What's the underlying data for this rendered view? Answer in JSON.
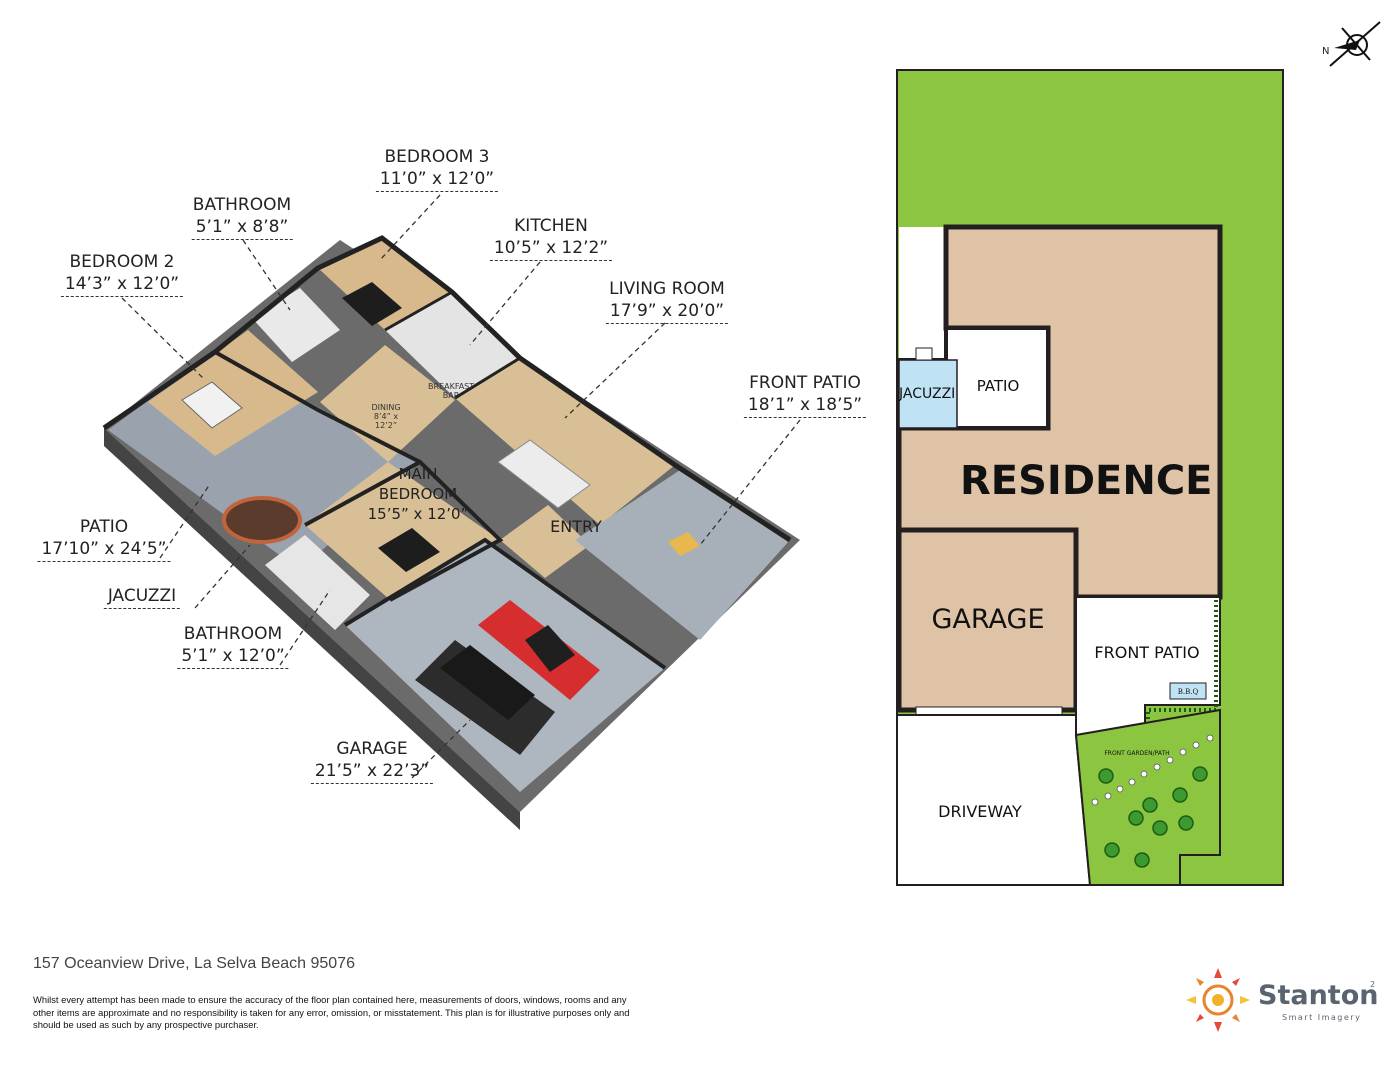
{
  "compass": {
    "north_label": "N"
  },
  "rooms_3d": [
    {
      "key": "bedroom3",
      "name": "BEDROOM 3",
      "dim": "11’0” x 12’0”"
    },
    {
      "key": "bathroom1",
      "name": "BATHROOM",
      "dim": "5’1” x 8’8”"
    },
    {
      "key": "kitchen",
      "name": "KITCHEN",
      "dim": "10’5” x 12’2”"
    },
    {
      "key": "bedroom2",
      "name": "BEDROOM 2",
      "dim": "14’3” x 12’0”"
    },
    {
      "key": "living",
      "name": "LIVING ROOM",
      "dim": "17’9” x 20’0”"
    },
    {
      "key": "frontpatio",
      "name": "FRONT PATIO",
      "dim": "18’1” x 18’5”"
    },
    {
      "key": "patio",
      "name": "PATIO",
      "dim": "17’10” x 24’5”"
    },
    {
      "key": "jacuzzi",
      "name": "JACUZZI",
      "dim": ""
    },
    {
      "key": "bathroom2",
      "name": "BATHROOM",
      "dim": "5’1” x 12’0”"
    },
    {
      "key": "garage",
      "name": "GARAGE",
      "dim": "21’5” x 22’3”"
    }
  ],
  "inline_labels": {
    "main_bedroom_name_1": "MAIN",
    "main_bedroom_name_2": "BEDROOM",
    "main_bedroom_dim": "15’5” x 12’0”",
    "entry": "ENTRY",
    "dining": "DINING",
    "dining_dim": "8’4” x 12’2”",
    "breakfast_bar_1": "BREAKFAST",
    "breakfast_bar_2": "BAR"
  },
  "site_plan": {
    "residence": "RESIDENCE",
    "garage": "GARAGE",
    "patio": "PATIO",
    "jacuzzi": "JACUZZI",
    "front_patio": "FRONT PATIO",
    "bbq": "B.B.Q",
    "driveway": "DRIVEWAY",
    "front_garden": "FRONT GARDEN/PATH",
    "colors": {
      "lawn": "#8cc641",
      "building": "#dfc3a6",
      "jacuzzi": "#bfe3f5",
      "outline": "#231f20"
    }
  },
  "footer": {
    "address": "157 Oceanview Drive, La Selva Beach 95076",
    "disclaimer": "Whilst every attempt has been made to ensure the accuracy of the floor plan contained here, measurements of doors, windows, rooms and any other items are approximate and no responsibility is taken for any error, omission, or misstatement. This plan is for illustrative purposes only and should be used as such by any prospective purchaser."
  },
  "logo": {
    "name": "Stanton",
    "superscript": "2",
    "tagline": "Smart Imagery"
  }
}
